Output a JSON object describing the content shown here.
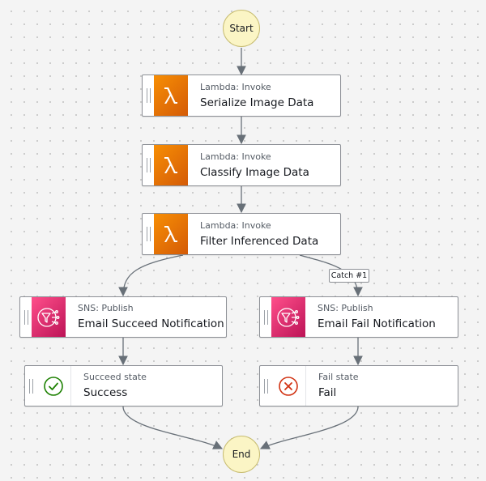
{
  "workflow": {
    "start_label": "Start",
    "end_label": "End",
    "states": {
      "serialize": {
        "type": "Lambda: Invoke",
        "name": "Serialize Image Data",
        "icon": "lambda-icon"
      },
      "classify": {
        "type": "Lambda: Invoke",
        "name": "Classify Image Data",
        "icon": "lambda-icon"
      },
      "filter": {
        "type": "Lambda: Invoke",
        "name": "Filter Inferenced Data",
        "icon": "lambda-icon"
      },
      "email_succeed": {
        "type": "SNS: Publish",
        "name": "Email Succeed Notification",
        "icon": "sns-icon"
      },
      "email_fail": {
        "type": "SNS: Publish",
        "name": "Email Fail Notification",
        "icon": "sns-icon"
      },
      "success": {
        "type": "Succeed state",
        "name": "Success",
        "icon": "check-circle-icon"
      },
      "fail": {
        "type": "Fail state",
        "name": "Fail",
        "icon": "x-circle-icon"
      }
    },
    "catch_label": "Catch #1"
  },
  "colors": {
    "lambda_accent": "#ED7100",
    "sns_accent": "#E7157B",
    "terminal_fill": "#FBF5C5",
    "success_green": "#1D8102",
    "fail_red": "#D13212",
    "edge": "#687078"
  }
}
